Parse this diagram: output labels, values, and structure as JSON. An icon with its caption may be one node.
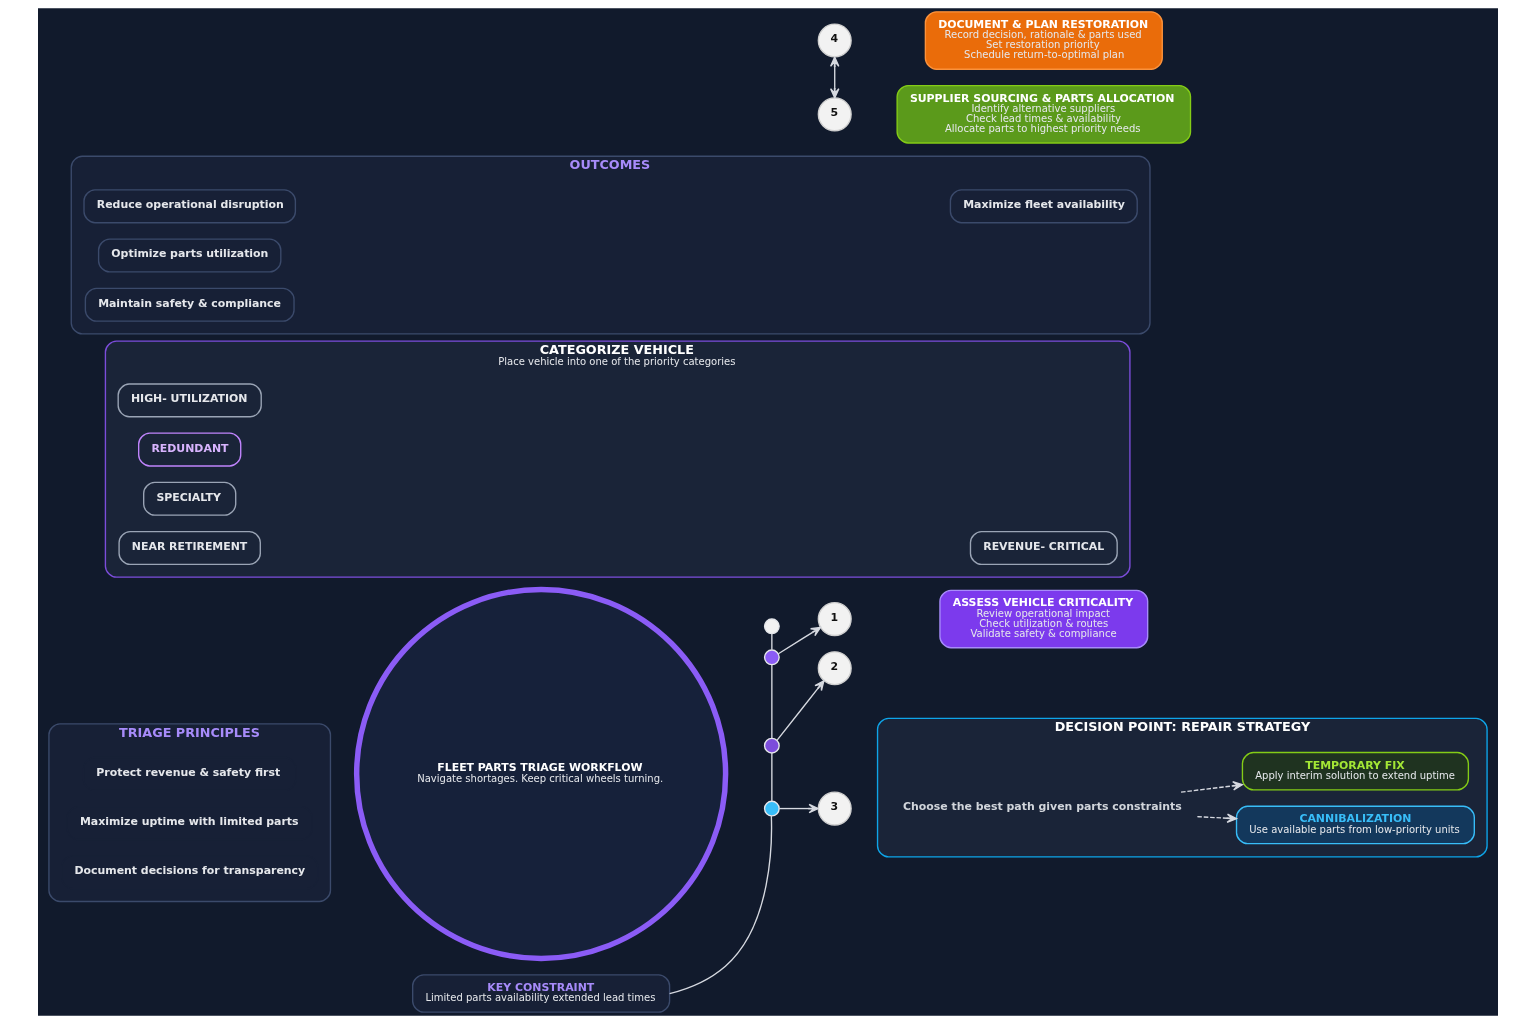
{
  "diagram": {
    "nodes": [
      {
        "text": [
          "FLEET PARTS TRIAGE WORKFLOW",
          "Navigate shortages. Keep critical wheels turning."
        ]
      },
      {
        "text": [],
        "shape": "circle"
      },
      {
        "text": [],
        "shape": "circle"
      },
      {
        "text": [],
        "shape": "circle"
      },
      {
        "text": [],
        "shape": "circle"
      },
      {
        "text": [
          "1"
        ]
      },
      {
        "text": [
          "ASSESS VEHICLE CRITICALITY",
          "Review operational impact",
          "Check utilization & routes",
          "Validate safety & compliance"
        ]
      },
      {
        "text": [
          "2"
        ]
      },
      {
        "text": [
          "CATEGORIZE VEHICLE",
          "Place vehicle into one of the priority categories"
        ]
      },
      {
        "text": [
          "REVENUE- CRITICAL"
        ],
        "in": 8
      },
      {
        "text": [
          "HIGH- UTILIZATION"
        ],
        "in": 8
      },
      {
        "text": [
          "REDUNDANT"
        ],
        "in": 8
      },
      {
        "text": [
          "SPECIALTY"
        ],
        "in": 8
      },
      {
        "text": [
          "NEAR RETIREMENT"
        ],
        "in": 8
      },
      {
        "text": [
          "3"
        ]
      },
      {
        "text": [
          "DECISION POINT: REPAIR STRATEGY"
        ]
      },
      {
        "text": [
          "Choose the best path given parts constraints"
        ],
        "in": 15
      },
      {
        "text": [
          "CANNIBALIZATION",
          "Use available parts from low-priority units"
        ],
        "in": 15
      },
      {
        "text": [
          "TEMPORARY FIX",
          "Apply interim solution to extend uptime"
        ],
        "in": 15
      },
      {
        "text": [
          "4"
        ]
      },
      {
        "text": [
          "DOCUMENT & PLAN RESTORATION",
          "Record decision, rationale & parts used",
          "Set restoration priority",
          "Schedule return-to-optimal plan"
        ]
      },
      {
        "text": [
          "5"
        ]
      },
      {
        "text": [
          "SUPPLIER SOURCING & PARTS ALLOCATION",
          "Identify alternative suppliers",
          "Check lead times & availability",
          "Allocate parts to highest priority needs"
        ]
      },
      {
        "text": [
          "TRIAGE PRINCIPLES"
        ]
      },
      {
        "text": [
          "Protect revenue & safety first"
        ],
        "in": 23
      },
      {
        "text": [
          "Maximize uptime with limited parts"
        ],
        "in": 23
      },
      {
        "text": [
          "Document decisions for transparency"
        ],
        "in": 23
      },
      {
        "text": [
          "KEY CONSTRAINT",
          "Limited parts availability extended lead times"
        ]
      },
      {
        "text": [
          "OUTCOMES"
        ]
      },
      {
        "text": [
          "Maximize fleet availability"
        ],
        "in": 28
      },
      {
        "text": [
          "Reduce operational disruption"
        ],
        "in": 28
      },
      {
        "text": [
          "Optimize parts utilization"
        ],
        "in": 28
      },
      {
        "text": [
          "Maintain safety & compliance"
        ],
        "in": 28
      }
    ],
    "edges": [
      {
        "from": 1,
        "to": 2,
        "arrow": "none"
      },
      {
        "from": 2,
        "to": 3,
        "arrow": "none"
      },
      {
        "from": 3,
        "to": 4,
        "arrow": "none"
      },
      {
        "from": 4,
        "to": 27,
        "arrow": "none"
      },
      {
        "from": 2,
        "to": 5,
        "arrow": "to"
      },
      {
        "from": 3,
        "to": 7,
        "arrow": "to"
      },
      {
        "from": 4,
        "to": 14,
        "arrow": "to"
      },
      {
        "from": 16,
        "to": 17,
        "arrow": "to",
        "style": "dashed"
      },
      {
        "from": 16,
        "to": 18,
        "arrow": "to",
        "style": "dashed"
      },
      {
        "from": 19,
        "to": 21,
        "arrow": "both"
      }
    ]
  }
}
